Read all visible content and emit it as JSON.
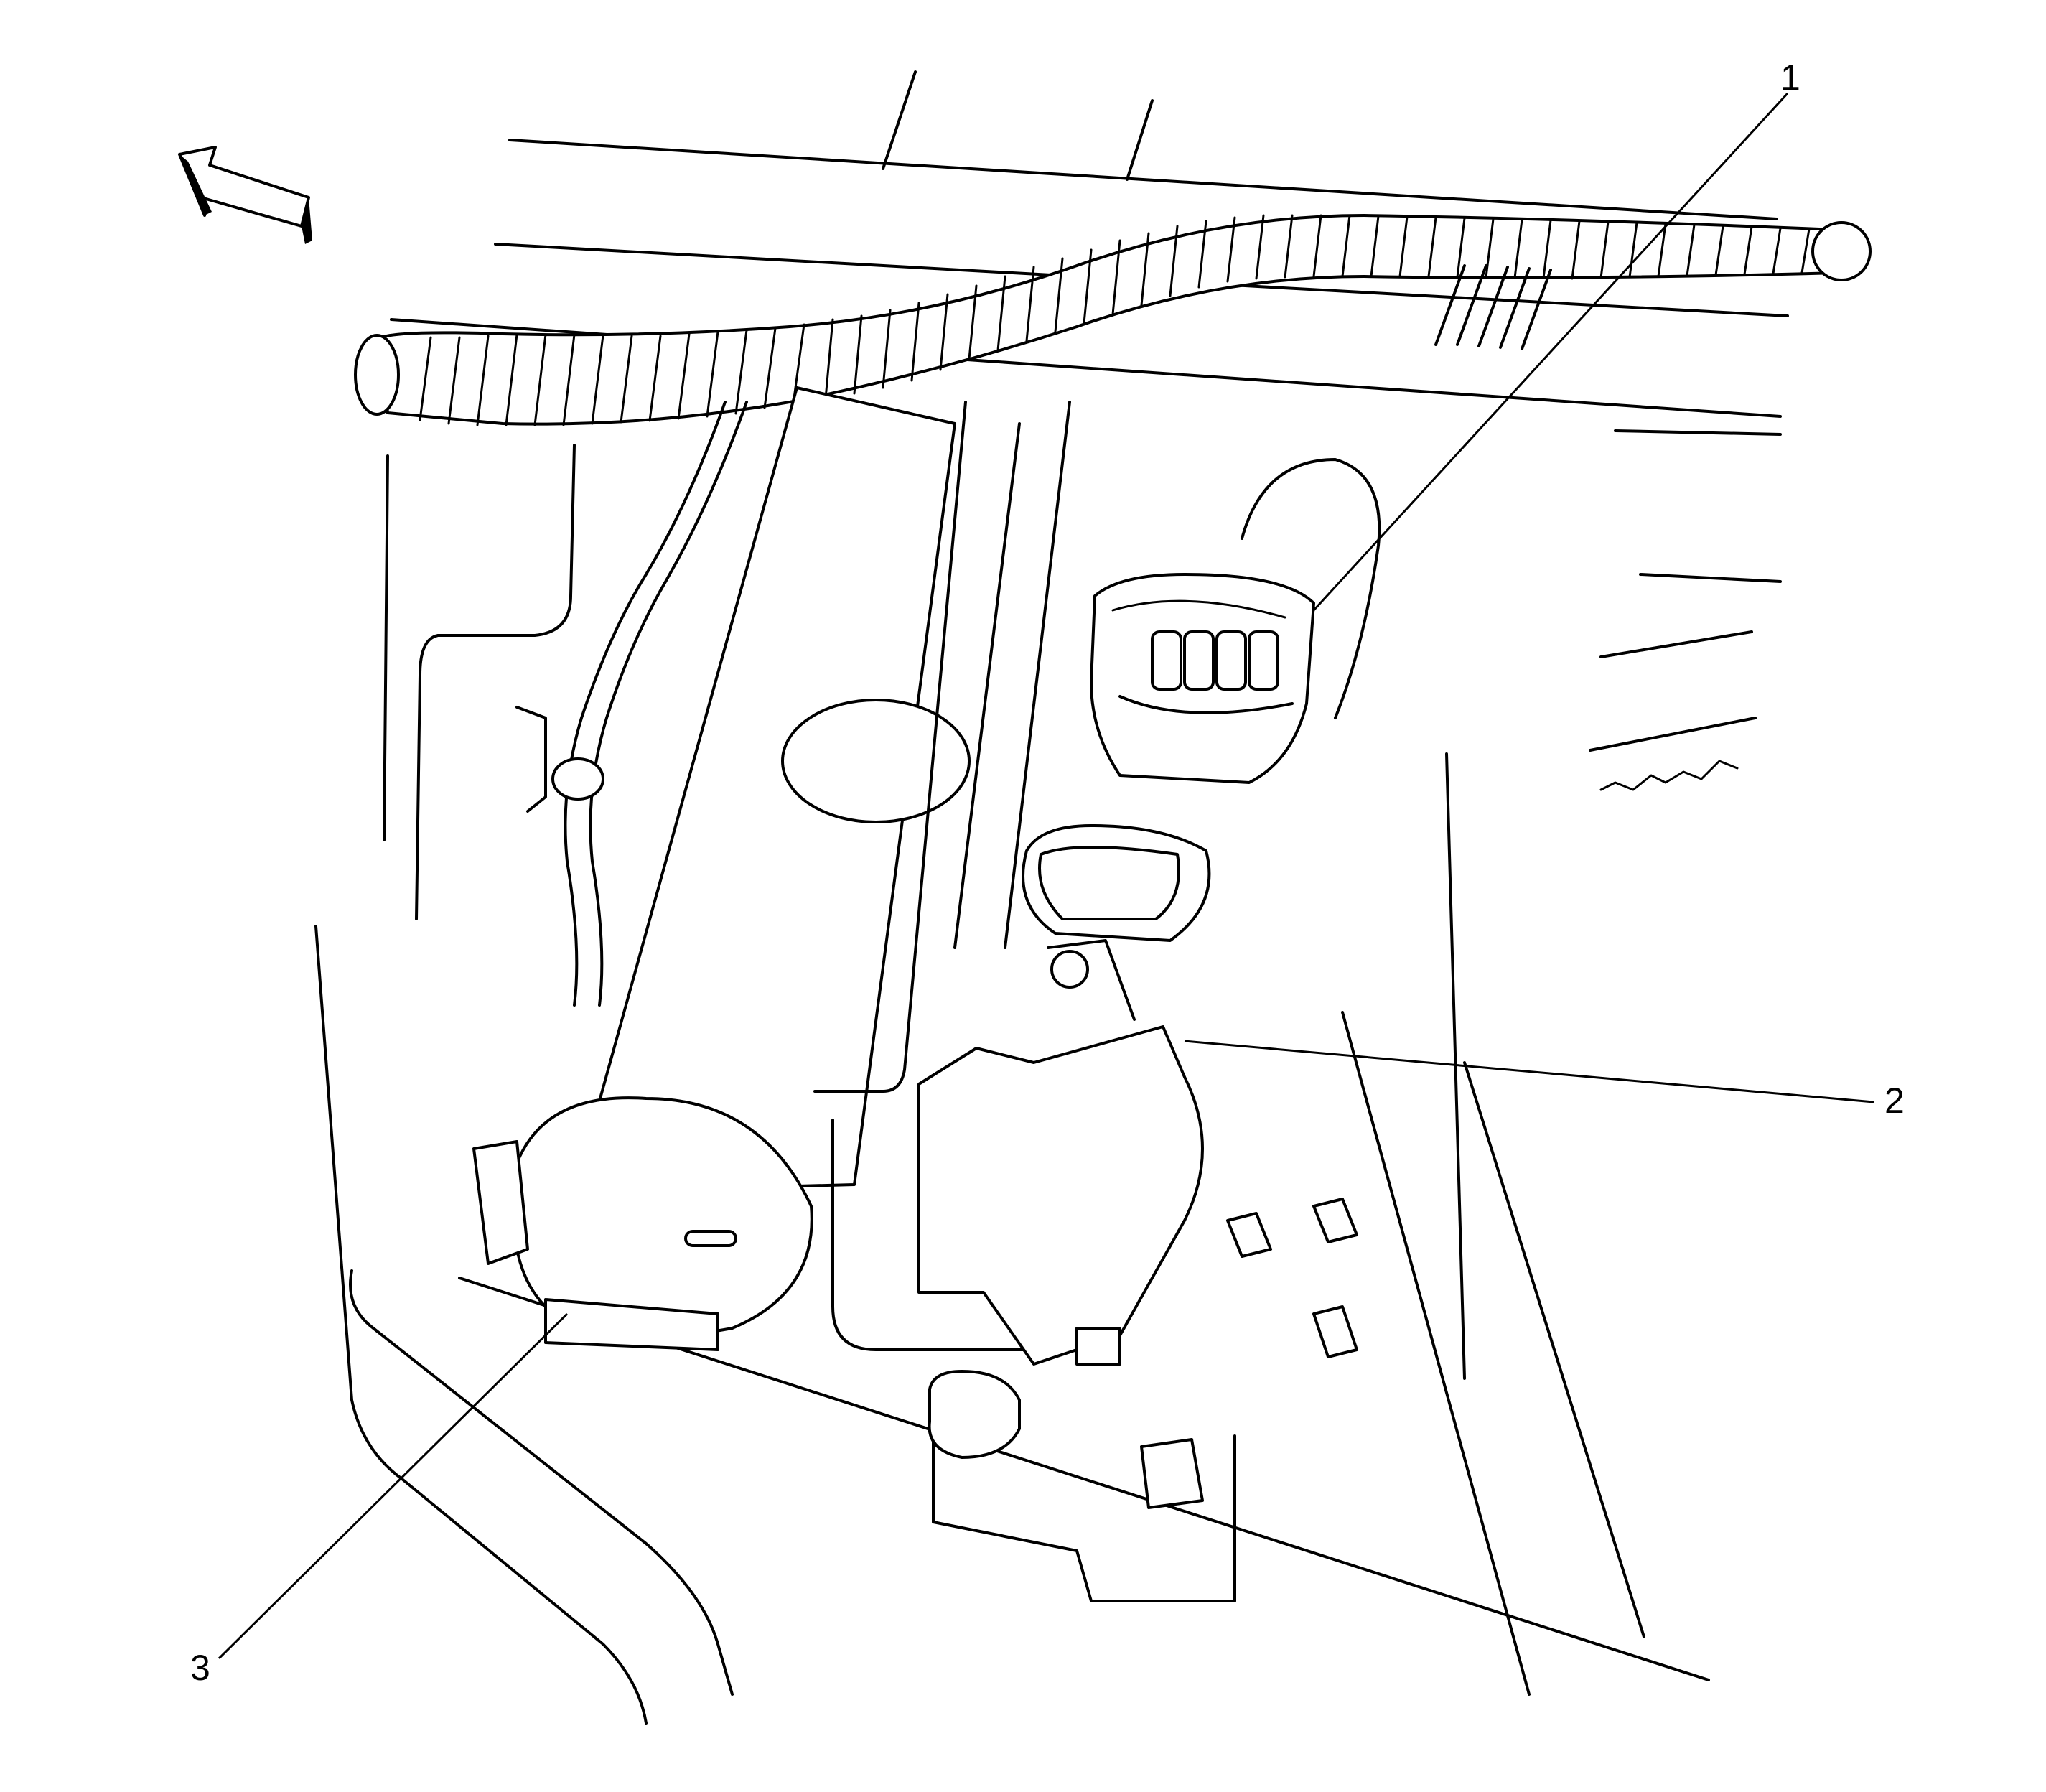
{
  "callouts": [
    {
      "id": "1",
      "text": "1"
    },
    {
      "id": "2",
      "text": "2"
    },
    {
      "id": "3",
      "text": "3"
    }
  ],
  "icons": {
    "direction_arrow": "front-direction-arrow-icon"
  },
  "colors": {
    "line": "#000000",
    "background": "#ffffff"
  }
}
